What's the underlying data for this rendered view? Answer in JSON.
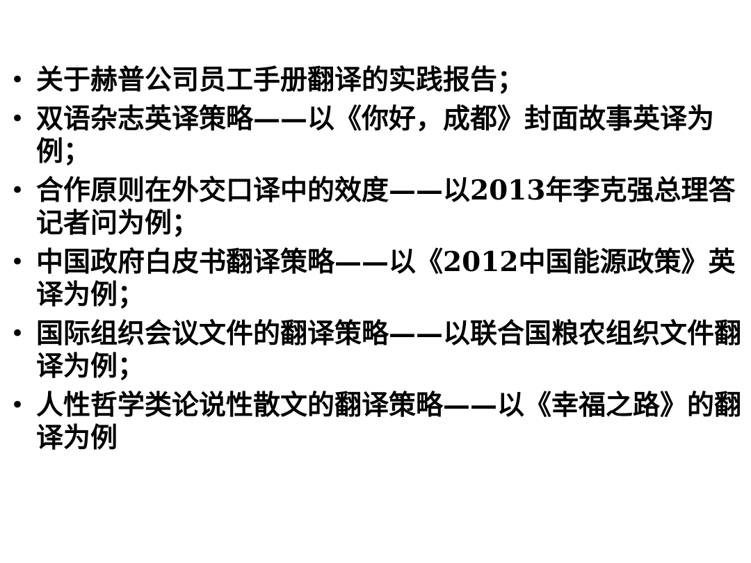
{
  "bullet_symbol": "•",
  "items": [
    {
      "text": "关于赫普公司员工手册翻译的实践报告；"
    },
    {
      "text": "双语杂志英译策略——以《你好，成都》封面故事英译为例；"
    },
    {
      "text": "合作原则在外交口译中的效度——以2013年李克强总理答记者问为例；"
    },
    {
      "text": "中国政府白皮书翻译策略——以《2012中国能源政策》英译为例；"
    },
    {
      "text": "国际组织会议文件的翻译策略——以联合国粮农组织文件翻译为例；"
    },
    {
      "text": "人性哲学类论说性散文的翻译策略——以《幸福之路》的翻译为例"
    }
  ]
}
